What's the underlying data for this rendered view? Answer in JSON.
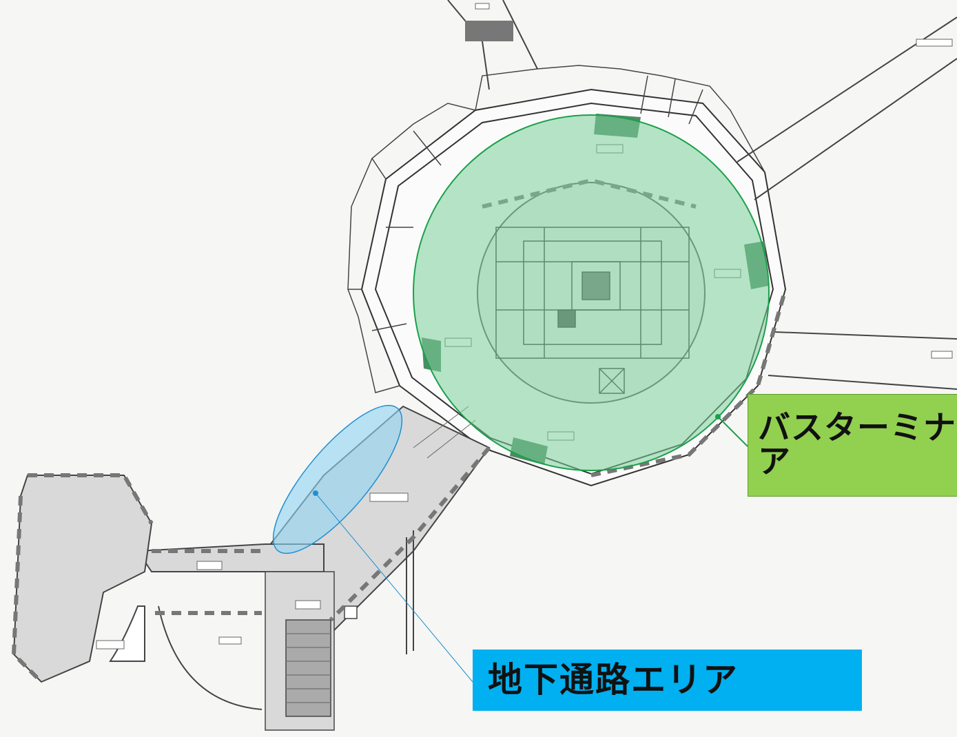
{
  "callouts": {
    "bus_terminal": {
      "line1": "バスターミナ",
      "line2": "ア"
    },
    "underpass": {
      "label": "地下通路エリア"
    }
  },
  "colors": {
    "bus_area_fill": "#7ccf9a",
    "bus_area_stroke": "#1aa04a",
    "bus_label_bg": "#92d050",
    "underpass_fill": "#8fd3f4",
    "underpass_stroke": "#1f8fd0",
    "underpass_label_bg": "#00b0f0",
    "corridor_fill": "#d9d9d9",
    "wall": "#6e6e6e"
  }
}
